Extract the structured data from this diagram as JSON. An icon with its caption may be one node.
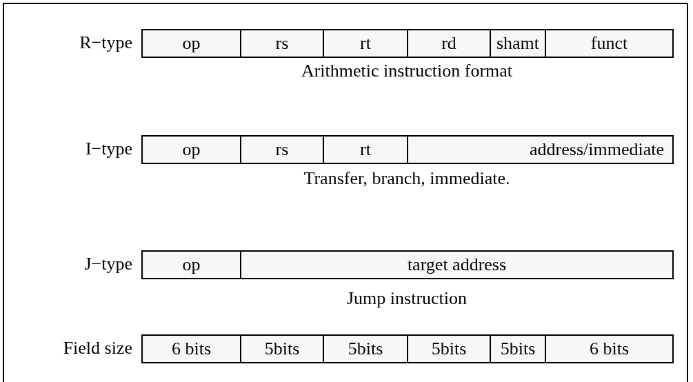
{
  "diagram": {
    "nodes": [
      {
        "text": [
          "op"
        ]
      },
      {
        "text": [
          "rs"
        ]
      },
      {
        "text": [
          "rt"
        ]
      },
      {
        "text": [
          "rd"
        ]
      },
      {
        "text": [
          "shamt"
        ]
      },
      {
        "text": [
          "funct"
        ]
      },
      {
        "text": [
          "op"
        ]
      },
      {
        "text": [
          "rs"
        ]
      },
      {
        "text": [
          "rt"
        ]
      },
      {
        "text": [
          "address/immediate"
        ]
      },
      {
        "text": [
          "op"
        ]
      },
      {
        "text": [
          "target address"
        ]
      },
      {
        "text": [
          "6 bits"
        ]
      },
      {
        "text": [
          "5bits"
        ]
      },
      {
        "text": [
          "5bits"
        ]
      },
      {
        "text": [
          "5bits"
        ]
      },
      {
        "text": [
          "5bits"
        ]
      },
      {
        "text": [
          "6 bits"
        ]
      }
    ],
    "labels": [
      "R−type",
      "Arithmetic instruction format",
      "I−type",
      "Transfer, branch, immediate.",
      "J−type",
      "Jump instruction",
      "Field size"
    ]
  }
}
